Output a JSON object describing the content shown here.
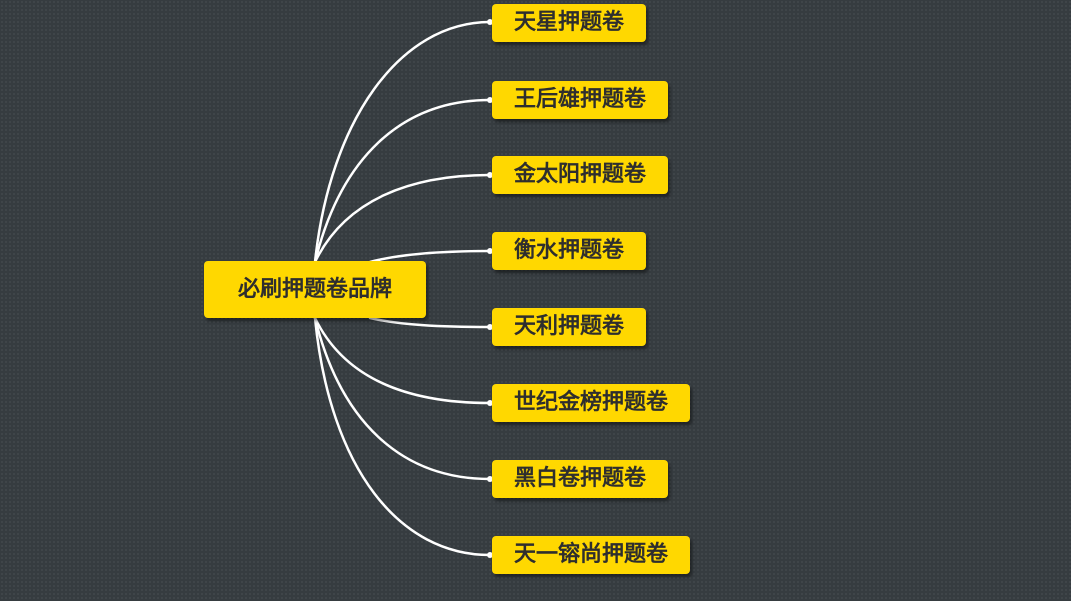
{
  "diagram": {
    "root": {
      "label": "必刷押题卷品牌"
    },
    "branches": [
      {
        "label": "天星押题卷"
      },
      {
        "label": "王后雄押题卷"
      },
      {
        "label": "金太阳押题卷"
      },
      {
        "label": "衡水押题卷"
      },
      {
        "label": "天利押题卷"
      },
      {
        "label": "世纪金榜押题卷"
      },
      {
        "label": "黑白卷押题卷"
      },
      {
        "label": "天一镕尚押题卷"
      }
    ]
  },
  "colors": {
    "background": "#363c40",
    "node_fill": "#ffd800",
    "node_text": "#2e2e2e",
    "connector": "#ffffff"
  }
}
